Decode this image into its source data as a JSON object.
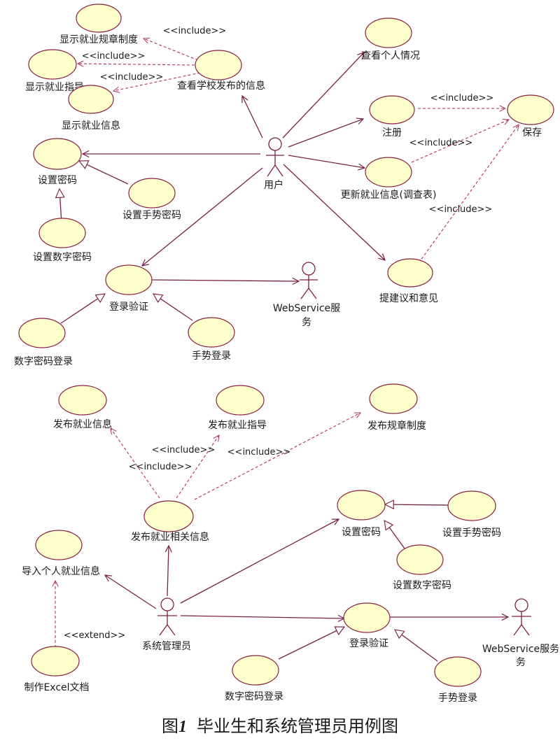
{
  "top": {
    "actors": {
      "user": "用户",
      "webservice_line1": "WebService服",
      "webservice_line2": "务"
    },
    "usecases": {
      "show_rules": "显示就业规章制度",
      "show_guidance": "显示就业指导",
      "show_info": "显示就业信息",
      "view_school_info": "查看学校发布的信息",
      "view_personal": "查看个人情况",
      "register": "注册",
      "save": "保存",
      "set_password": "设置密码",
      "set_gesture_password": "设置手势密码",
      "set_number_password": "设置数字密码",
      "update_info": "更新就业信息(调查表)",
      "suggestions": "提建议和意见",
      "login_verify": "登录验证",
      "number_login": "数字密码登录",
      "gesture_login": "手势登录"
    },
    "stereotypes": {
      "include_rules": "<<include>>",
      "include_guidance": "<<include>>",
      "include_info": "<<include>>",
      "include_register": "<<include>>",
      "include_update": "<<include>>",
      "include_suggest": "<<include>>"
    }
  },
  "bottom": {
    "actors": {
      "admin": "系统管理员",
      "webservice": "WebService服务",
      "webservice_line2": "务"
    },
    "usecases": {
      "publish_info": "发布就业信息",
      "publish_guidance": "发布就业指导",
      "publish_rules": "发布规章制度",
      "publish_related": "发布就业相关信息",
      "import_personal": "导入个人就业信息",
      "make_excel": "制作Excel文档",
      "set_password": "设置密码",
      "set_gesture_password": "设置手势密码",
      "set_number_password": "设置数字密码",
      "login_verify": "登录验证",
      "number_login": "数字密码登录",
      "gesture_login": "手势登录"
    },
    "stereotypes": {
      "include_guidance": "<<include>>",
      "include_info": "<<include>>",
      "include_rules": "<<include>>",
      "extend_excel": "<<extend>>"
    }
  },
  "caption": {
    "prefix": "图",
    "number": "1",
    "title": "毕业生和系统管理员用例图"
  },
  "colors": {
    "usecase_fill": "#ffffcc",
    "line": "#7a2045",
    "dashed": "#b0305a"
  }
}
